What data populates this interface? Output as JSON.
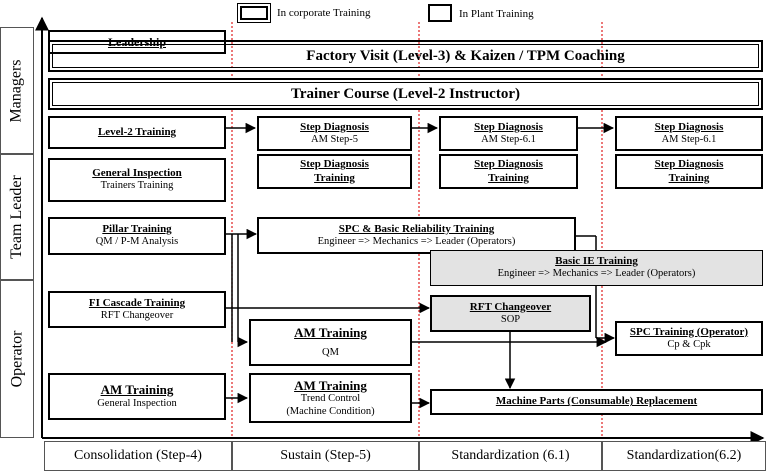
{
  "legend": {
    "corporate": "In corporate Training",
    "plant": "In Plant Training"
  },
  "lanes": {
    "managers": "Managers",
    "team_leader": "Team Leader",
    "operator": "Operator"
  },
  "phases": {
    "consolidation": "Consolidation (Step-4)",
    "sustain": "Sustain (Step-5)",
    "standardization_1": "Standardization (6.1)",
    "standardization_2": "Standardization(6.2)"
  },
  "boxes": {
    "leadership": {
      "title": "Leadership"
    },
    "factory_visit": {
      "title": "Factory Visit (Level-3) & Kaizen / TPM Coaching"
    },
    "trainer_course": {
      "title": "Trainer Course (Level-2 Instructor)"
    },
    "level2_training": {
      "title": "Level-2 Training"
    },
    "step_diag_5": {
      "title": "Step Diagnosis",
      "sub": "AM Step-5"
    },
    "step_diag_61": {
      "title": "Step Diagnosis",
      "sub": "AM Step-6.1"
    },
    "step_diag_62": {
      "title": "Step Diagnosis",
      "sub": "AM Step-6.1"
    },
    "general_inspection": {
      "title": "General Inspection",
      "sub": "Trainers Training"
    },
    "sdt_5": {
      "title": "Step Diagnosis",
      "title2": "Training"
    },
    "sdt_61": {
      "title": "Step Diagnosis",
      "title2": "Training"
    },
    "sdt_62": {
      "title": "Step Diagnosis",
      "title2": "Training"
    },
    "pillar_training": {
      "title": "Pillar Training",
      "sub": "QM / P-M Analysis"
    },
    "spc_basic": {
      "title": "SPC & Basic Reliability Training",
      "sub": "Engineer => Mechanics => Leader (Operators)"
    },
    "basic_ie": {
      "title": "Basic IE Training",
      "sub": "Engineer => Mechanics => Leader (Operators)"
    },
    "fi_cascade": {
      "title": "FI Cascade Training",
      "sub": "RFT Changeover"
    },
    "rft_changeover": {
      "title": "RFT Changeover",
      "sub": "SOP"
    },
    "am_training_qm": {
      "title": "AM Training",
      "sub": "QM"
    },
    "spc_operator": {
      "title": "SPC Training (Operator)",
      "sub": "Cp & Cpk"
    },
    "am_training_gi": {
      "title": "AM Training",
      "sub": "General Inspection"
    },
    "am_training_trend": {
      "title": "AM Training",
      "sub": "Trend Control",
      "sub2": "(Machine Condition)"
    },
    "machine_parts": {
      "title": "Machine Parts (Consumable) Replacement"
    }
  }
}
